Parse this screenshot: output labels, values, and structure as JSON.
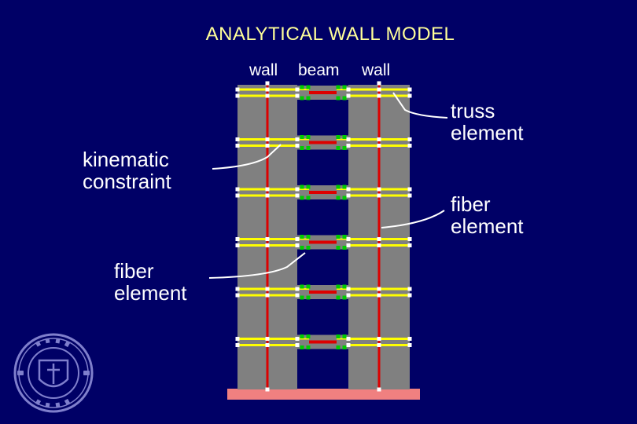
{
  "title": "ANALYTICAL WALL MODEL",
  "top_labels": {
    "left": "wall",
    "middle": "beam",
    "right": "wall"
  },
  "callouts": {
    "kinematic_line1": "kinematic",
    "kinematic_line2": "constraint",
    "fiber_left_line1": "fiber",
    "fiber_left_line2": "element",
    "truss_line1": "truss",
    "truss_line2": "element",
    "fiber_right_line1": "fiber",
    "fiber_right_line2": "element"
  },
  "diagram": {
    "story_count": 6,
    "colors": {
      "wall": "#808080",
      "beam": "#808080",
      "fiber_element": "#dd0000",
      "truss_element": "#ffff00",
      "node": "#ffffff",
      "constraint_node": "#00cc00",
      "foundation": "#f08080"
    }
  },
  "seal": {
    "color": "#7f7fcc"
  }
}
